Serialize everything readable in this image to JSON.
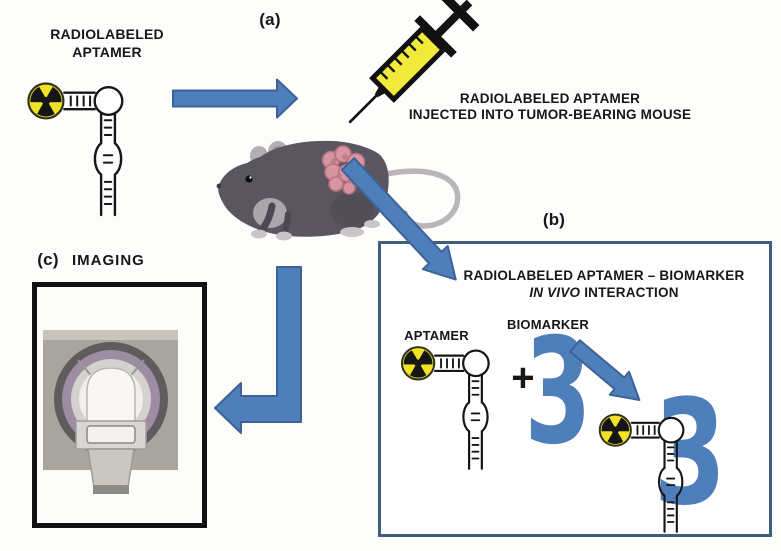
{
  "figure": {
    "type": "scientific-workflow-diagram",
    "panel_a": {
      "tag": "(a)",
      "aptamer_label_line1": "RADIOLABELED",
      "aptamer_label_line2": "APTAMER",
      "caption_line1": "RADIOLABELED APTAMER",
      "caption_line2": "INJECTED INTO TUMOR-BEARING MOUSE"
    },
    "panel_b": {
      "tag": "(b)",
      "title_line1": "RADIOLABELED APTAMER – BIOMARKER",
      "title_line2_italic": "IN VIVO",
      "title_line2_rest": " INTERACTION",
      "aptamer_label": "APTAMER",
      "biomarker_label": "BIOMARKER",
      "plus_sign": "+"
    },
    "panel_c": {
      "tag": "(c)",
      "title": "IMAGING"
    },
    "icons": {
      "biomarker_glyph": "3"
    },
    "colors": {
      "arrow_fill": "#4e7fba",
      "arrow_stroke": "#3c6296",
      "interaction_box_border": "#3f5d7d",
      "imaging_box_border": "#111111",
      "radioactive_yellow": "#f0e326",
      "syringe_yellow": "#f2ea3a",
      "biomarker_blue": "#4e7fba",
      "mouse_gray": "#5a5660",
      "tumor_pink": "#d795a1",
      "text": "#171717"
    }
  }
}
